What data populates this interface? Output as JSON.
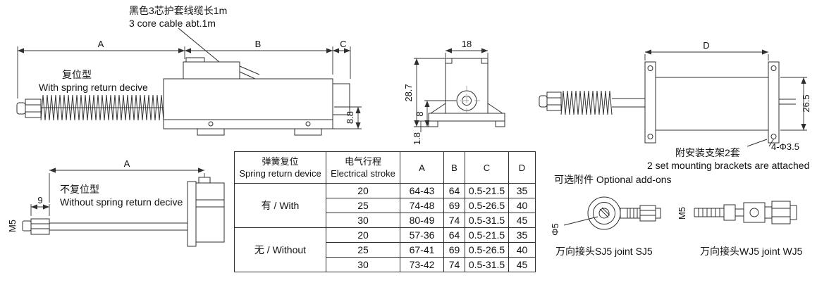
{
  "colors": {
    "line": "#2f2f2f",
    "background": "#ffffff"
  },
  "notes": {
    "cable_cn": "黑色3芯护套线缆长1m",
    "cable_en": "3 core cable abt.1m",
    "spring_cn": "复位型",
    "spring_en": "With spring return decive",
    "no_spring_cn": "不复位型",
    "no_spring_en": "Without spring return decive",
    "bracket_cn": "附安装支架2套",
    "bracket_en": "2 set mounting brackets are attached",
    "addons": "可选附件 Optional add-ons",
    "sj5_caption": "万向接头SJ5 joint SJ5",
    "wj5_caption": "万向接头WJ5 joint WJ5"
  },
  "dims": {
    "a": "A",
    "b": "B",
    "c": "C",
    "d": "D",
    "h88": "8.8",
    "w18": "18",
    "h287": "28.7",
    "h8": "8",
    "h18": "1.8",
    "h265": "26.5",
    "holes": "4-Φ3.5",
    "n9": "9",
    "m5": "M5",
    "phi5": "Φ5"
  },
  "table": {
    "header": {
      "col1_cn": "弹簧复位",
      "col1_en": "Spring return device",
      "col2_cn": "电气行程",
      "col2_en": "Electrical stroke",
      "col_a": "A",
      "col_b": "B",
      "col_c": "C",
      "col_d": "D"
    },
    "groups": [
      {
        "label": "有 / With",
        "rows": [
          [
            "20",
            "64-43",
            "64",
            "0.5-21.5",
            "35"
          ],
          [
            "25",
            "74-48",
            "69",
            "0.5-26.5",
            "40"
          ],
          [
            "30",
            "80-49",
            "74",
            "0.5-31.5",
            "45"
          ]
        ]
      },
      {
        "label": "无 / Without",
        "rows": [
          [
            "20",
            "57-36",
            "64",
            "0.5-21.5",
            "35"
          ],
          [
            "25",
            "67-41",
            "69",
            "0.5-26.5",
            "40"
          ],
          [
            "30",
            "73-42",
            "74",
            "0.5-31.5",
            "45"
          ]
        ]
      }
    ]
  }
}
